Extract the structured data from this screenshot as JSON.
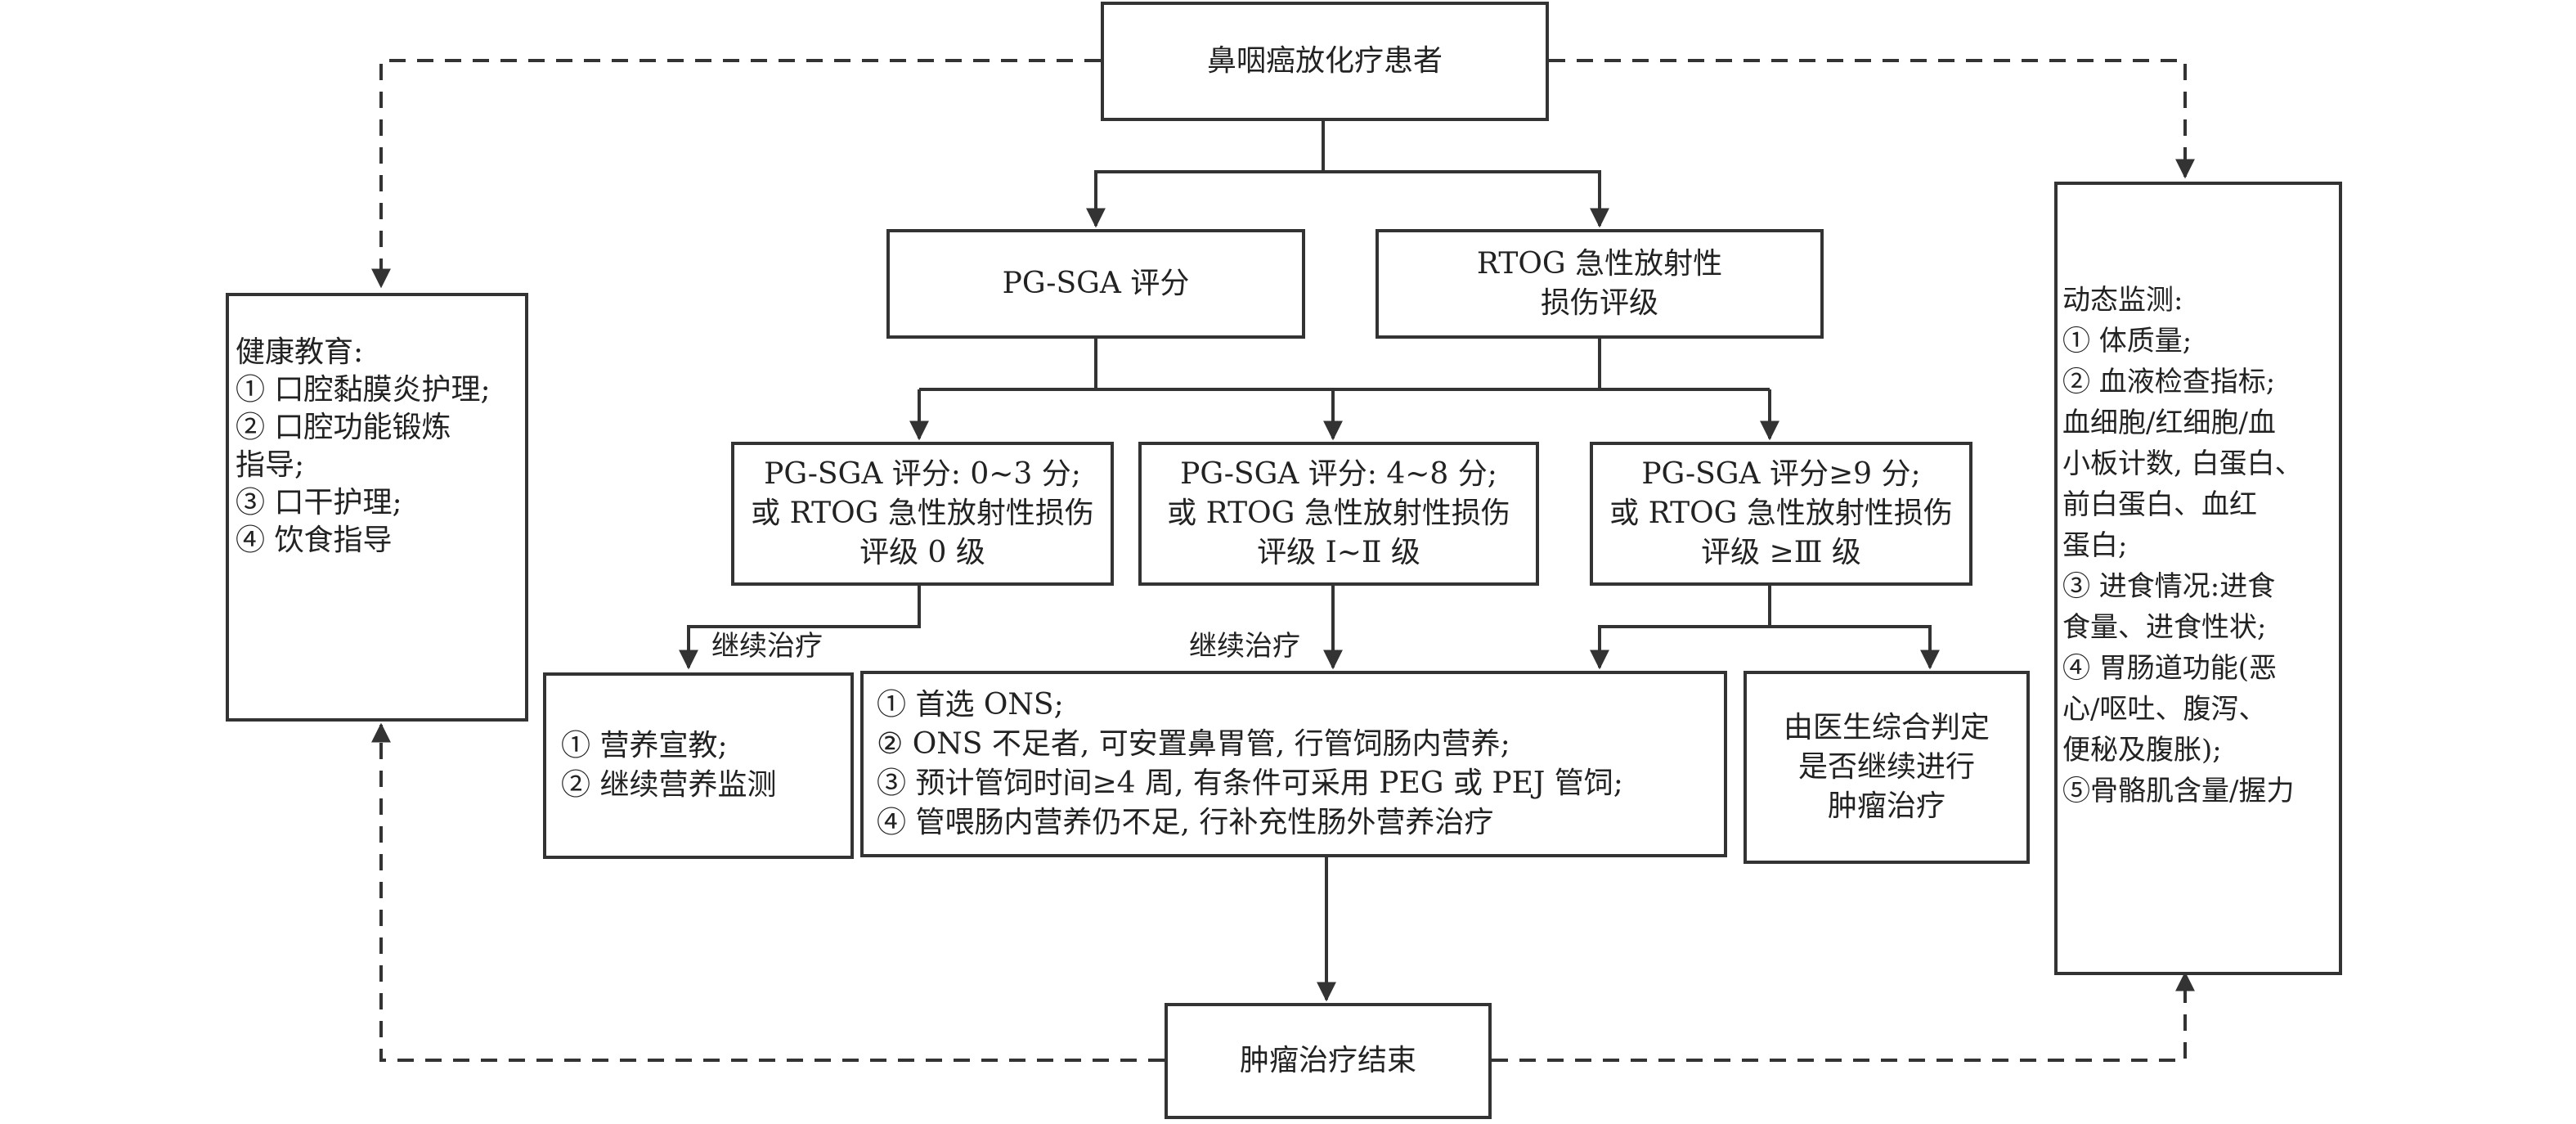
{
  "root": {
    "text": "鼻咽癌放化疗患者"
  },
  "assessments": {
    "pgsga": "PG-SGA 评分",
    "rtog_lines": [
      "RTOG 急性放射性",
      "损伤评级"
    ]
  },
  "groups": [
    {
      "lines": [
        "PG-SGA 评分: 0~3 分;",
        "或 RTOG 急性放射性损伤",
        "评级 0 级"
      ]
    },
    {
      "lines": [
        "PG-SGA 评分: 4~8 分;",
        "或 RTOG 急性放射性损伤",
        "评级 Ⅰ~Ⅱ 级"
      ]
    },
    {
      "lines": [
        "PG-SGA 评分≥9 分;",
        "或 RTOG 急性放射性损伤",
        "评级 ≥Ⅲ 级"
      ]
    }
  ],
  "continue_label": "继续治疗",
  "actions": {
    "education_support": [
      "① 营养宣教;",
      "② 继续营养监测"
    ],
    "nutrition_support": [
      "① 首选 ONS;",
      "② ONS 不足者, 可安置鼻胃管, 行管饲肠内营养;",
      "③ 预计管饲时间≥4 周, 有条件可采用 PEG 或 PEJ 管饲;",
      "④ 管喂肠内营养仍不足, 行补充性肠外营养治疗"
    ],
    "doctor_decision": [
      "由医生综合判定",
      "是否继续进行",
      "肿瘤治疗"
    ]
  },
  "end": {
    "text": "肿瘤治疗结束"
  },
  "health_education": {
    "lines": [
      "健康教育:",
      "① 口腔黏膜炎护理;",
      "② 口腔功能锻炼",
      "指导;",
      "③ 口干护理;",
      "④ 饮食指导"
    ]
  },
  "dynamic_monitoring": {
    "lines": [
      "动态监测:",
      "① 体质量;",
      "② 血液检查指标;",
      "血细胞/红细胞/血",
      "小板计数, 白蛋白、",
      "前白蛋白、血红",
      "蛋白;",
      "③ 进食情况:进食",
      "食量、进食性状;",
      "④ 胃肠道功能(恶",
      "心/呕吐、腹泻、",
      "便秘及腹胀);",
      "⑤骨骼肌含量/握力"
    ]
  },
  "colors": {
    "line": "#333333",
    "text": "#222222",
    "background": "#ffffff"
  }
}
